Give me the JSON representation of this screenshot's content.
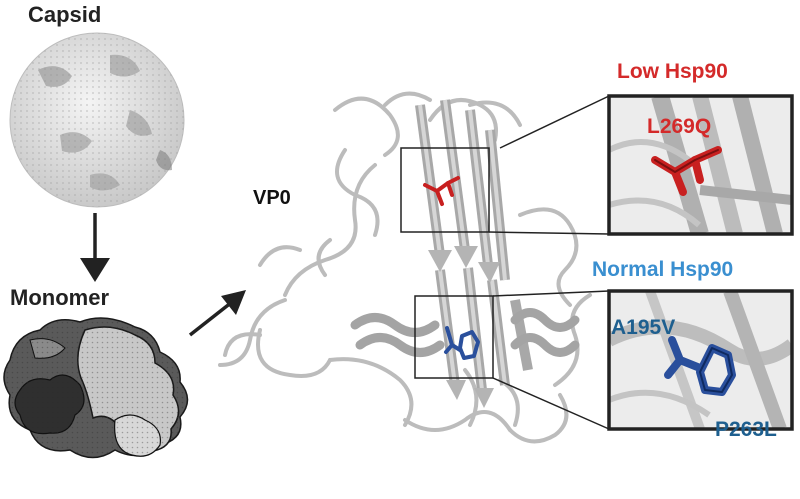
{
  "labels": {
    "capsid": "Capsid",
    "monomer": "Monomer",
    "vp0": "VP0",
    "low_hsp90": "Low Hsp90",
    "normal_hsp90": "Normal Hsp90",
    "mutation_top": "L269Q",
    "mutation_bottom_a": "A195V",
    "mutation_bottom_b": "P263L"
  },
  "colors": {
    "low": "#d42a2a",
    "normal": "#3a8fd0",
    "mutant_label": "#1e5f8f",
    "residue_blue": "#2a4f9c",
    "residue_red": "#c82020",
    "protein": "#c8c8c8",
    "frame": "#222222"
  }
}
